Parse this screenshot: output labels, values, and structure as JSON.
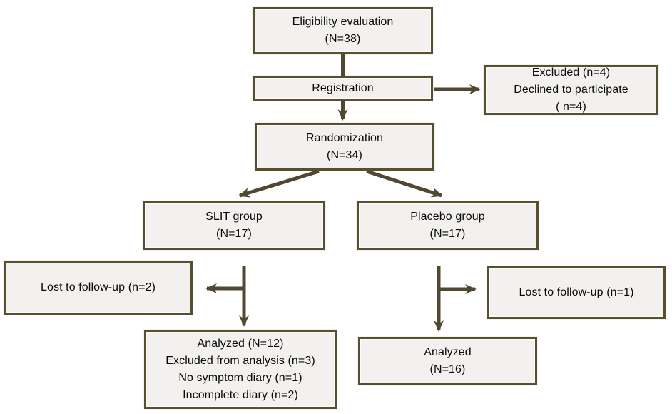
{
  "diagram": {
    "type": "flowchart",
    "description": "Participant flow diagram",
    "colors": {
      "background": "#ffffff",
      "box_fill": "#f2f1ef",
      "box_border": "#56502f",
      "arrow": "#4e4930",
      "text": "#0a0a0a"
    },
    "boxes": {
      "eligibility": {
        "lines": [
          "Eligibility evaluation",
          "(N=38)"
        ]
      },
      "registration": {
        "lines": [
          "Registration"
        ]
      },
      "excluded": {
        "lines": [
          "Excluded (n=4)",
          "Declined to participate",
          "( n=4)"
        ]
      },
      "randomization": {
        "lines": [
          "Randomization",
          "(N=34)"
        ]
      },
      "slit_group": {
        "lines": [
          "SLIT group",
          "(N=17)"
        ]
      },
      "placebo_group": {
        "lines": [
          "Placebo group",
          "(N=17)"
        ]
      },
      "lost_left": {
        "lines": [
          "Lost to follow-up (n=2)"
        ]
      },
      "lost_right": {
        "lines": [
          "Lost to follow-up (n=1)"
        ]
      },
      "analyzed_slit": {
        "lines": [
          "Analyzed (N=12)",
          "Excluded from analysis (n=3)",
          "No symptom diary (n=1)",
          "Incomplete diary (n=2)"
        ]
      },
      "analyzed_placebo": {
        "lines": [
          "Analyzed",
          "(N=16)"
        ]
      }
    }
  }
}
